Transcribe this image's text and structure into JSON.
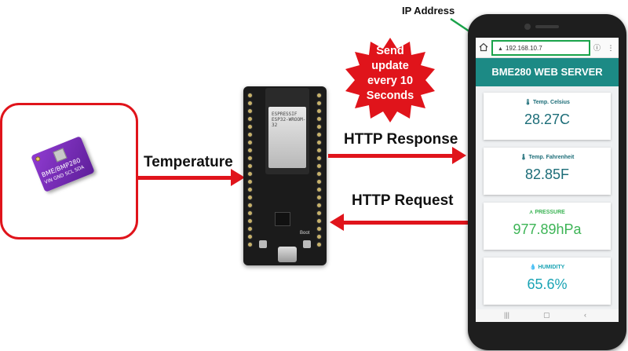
{
  "sensor": {
    "silkscreen": "BME/BMP280",
    "pins": "VIN GND SCL SDA"
  },
  "esp32": {
    "module_text": "ESPRESSIF\nESP32-WROOM-32",
    "boot_label": "Boot"
  },
  "labels": {
    "temperature": "Temperature",
    "http_response": "HTTP Response",
    "http_request": "HTTP Request",
    "ip_address": "IP Address"
  },
  "burst": {
    "lines": [
      "Send",
      "update",
      "every 10",
      "Seconds"
    ],
    "color": "#e0141b"
  },
  "phone": {
    "url": "192.168.10.7",
    "title": "BME280 WEB SERVER",
    "cards": [
      {
        "title": "Temp. Celsius",
        "value": "28.27C",
        "color": "#1c6d78",
        "icon": "thermometer-icon"
      },
      {
        "title": "Temp. Fahrenheit",
        "value": "82.85F",
        "color": "#1c6d78",
        "icon": "thermometer-icon"
      },
      {
        "title": "PRESSURE",
        "value": "977.89hPa",
        "color": "#3cb455",
        "icon": "chevrons-down-icon"
      },
      {
        "title": "HUMIDITY",
        "value": "65.6%",
        "color": "#1aa3b4",
        "icon": "droplet-icon"
      }
    ],
    "title_bar_color": "#1c8a85",
    "url_box_color": "#1aa34a"
  },
  "colors": {
    "arrow": "#e0141b",
    "sensor_border": "#e0141b",
    "leader_line": "#1aa34a"
  }
}
